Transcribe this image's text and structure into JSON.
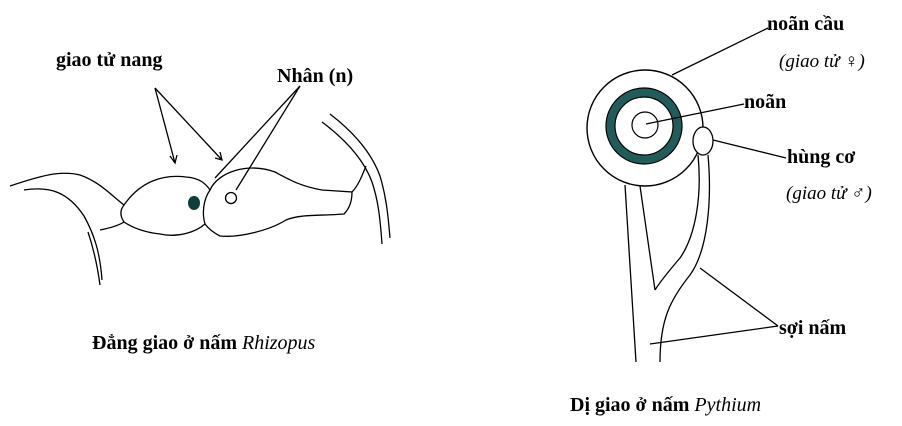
{
  "left_figure": {
    "label_gametangium": "giao tử nang",
    "label_nucleus": "Nhân (n)",
    "caption_prefix": "Đẳng giao ở nấm ",
    "caption_species": "Rhizopus"
  },
  "right_figure": {
    "label_oogonium": "noãn cầu",
    "label_oogonium_note": "(giao tử ♀)",
    "label_egg": "noãn",
    "label_antheridium": "hùng cơ",
    "label_antheridium_note": "(giao tử ♂)",
    "label_hyphae": "sợi nấm",
    "caption_prefix": "Dị giao ở nấm ",
    "caption_species": "Pythium"
  },
  "colors": {
    "line": "#000000",
    "egg_ring": "#1f5c5a",
    "nucleus_filled": "#0f3d3c",
    "background": "#ffffff"
  }
}
